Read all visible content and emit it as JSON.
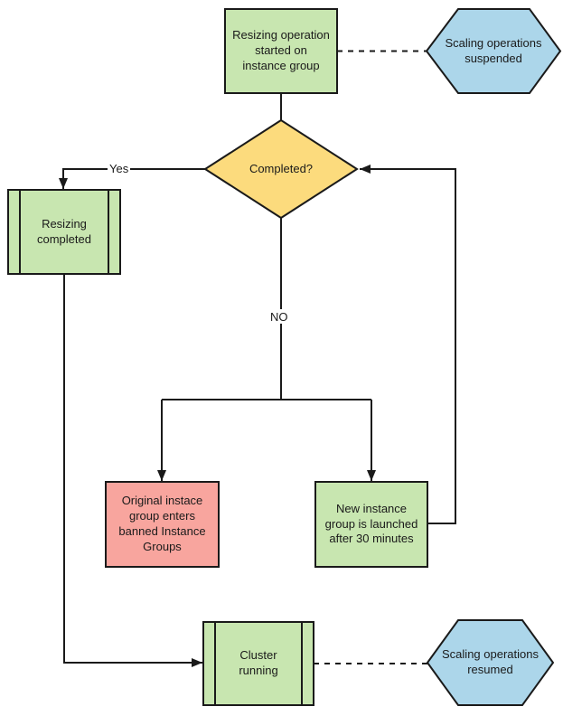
{
  "colors": {
    "process_green": "#c8e6b0",
    "terminator_blue": "#acd6ea",
    "decision_yellow": "#fcdb7d",
    "alert_pink": "#f8a59e",
    "stroke": "#1a1a1a"
  },
  "nodes": {
    "resizing_started": {
      "label": "Resizing operation\nstarted on\ninstance group"
    },
    "scaling_suspended": {
      "label": "Scaling operations\nsuspended"
    },
    "completed_decision": {
      "label": "Completed?"
    },
    "resizing_completed": {
      "label": "Resizing\ncompleted"
    },
    "banned_groups": {
      "label": "Original instace\ngroup enters\nbanned Instance\nGroups"
    },
    "new_instance_group": {
      "label": "New instance\ngroup is launched\nafter 30 minutes"
    },
    "cluster_running": {
      "label": "Cluster\nrunning"
    },
    "scaling_resumed": {
      "label": "Scaling operations\nresumed"
    }
  },
  "edge_labels": {
    "yes": "Yes",
    "no": "NO"
  }
}
